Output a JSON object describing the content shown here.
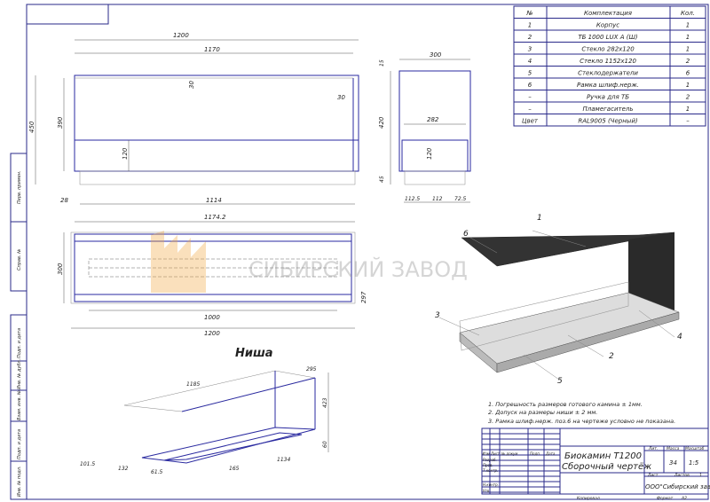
{
  "spec_table": {
    "headers": [
      "№",
      "Комплектация",
      "Кол."
    ],
    "rows": [
      [
        "1",
        "Корпус",
        "1"
      ],
      [
        "2",
        "ТБ 1000 LUX А (Ш)",
        "1"
      ],
      [
        "3",
        "Стекло 282х120",
        "1"
      ],
      [
        "4",
        "Стекло 1152х120",
        "2"
      ],
      [
        "5",
        "Стеклодержатели",
        "6"
      ],
      [
        "6",
        "Рамка шлиф.нерж.",
        "1"
      ],
      [
        "–",
        "Ручка для ТБ",
        "2"
      ],
      [
        "–",
        "Пламегаситель",
        "1"
      ],
      [
        "Цвет",
        "RAL9005 (Черный)",
        "–"
      ]
    ]
  },
  "front_view": {
    "dims": [
      "1200",
      "1170",
      "30",
      "30",
      "450",
      "390",
      "120",
      "28",
      "1114"
    ]
  },
  "side_view": {
    "dims": [
      "300",
      "15",
      "420",
      "282",
      "120",
      "45",
      "112.5",
      "112",
      "72.5"
    ]
  },
  "plan_view": {
    "dims": [
      "1174.2",
      "300",
      "297",
      "1000",
      "1200"
    ]
  },
  "iso_callouts": [
    "1",
    "6",
    "3",
    "4",
    "2",
    "5"
  ],
  "niche": {
    "title": "Ниша",
    "dims": [
      "1185",
      "295",
      "423",
      "60",
      "1134",
      "165",
      "101.5",
      "132",
      "61.5"
    ]
  },
  "watermark": "СИБИРСКИЙ ЗАВОД",
  "notes": [
    "1. Погрешность размеров готового камина ± 1мм.",
    "2. Допуск на размеры ниши ± 2 мм.",
    "3. Рамка шлиф.нерж. поз.6 на чертеже условно не показана."
  ],
  "title_block": {
    "product": "Биокамин T1200",
    "doc_type": "Сборочный чертёж",
    "col_headers": [
      "Изм",
      "Лист",
      "№ докум.",
      "Подп.",
      "Дата"
    ],
    "roles": [
      "Разраб.",
      "Пров.",
      "Т.контр.",
      "Н.контр.",
      "Утв."
    ],
    "lit_label": "Лит.",
    "mass_label": "Масса",
    "scale_label": "Масштаб",
    "mass": "34",
    "scale": "1:5",
    "sheet_label": "Лист",
    "sheets_label": "Листов",
    "sheets": "1",
    "company": "ООО\"Сибирский завод\"",
    "copied": "Копировал",
    "format_label": "Формат",
    "format": "А2"
  },
  "side_strip": [
    "Перв. примен.",
    "Справ. №",
    "Подп. и дата",
    "Инв. № дубл.",
    "Взам. инв. №",
    "Подп. и дата",
    "Инв. № подл."
  ]
}
